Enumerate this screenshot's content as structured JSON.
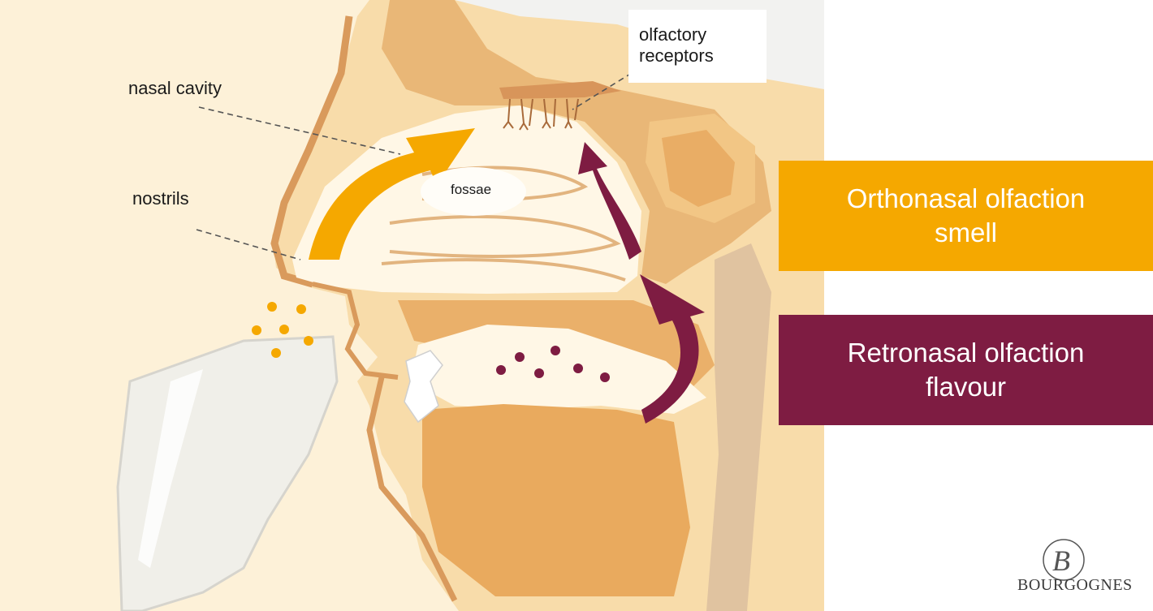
{
  "labels": {
    "olfactory_receptors": [
      "olfactory",
      "receptors"
    ],
    "nasal_cavity": "nasal cavity",
    "nostrils": "nostrils",
    "fossae": "fossae"
  },
  "panels": {
    "orthonasal": {
      "line1": "Orthonasal olfaction",
      "line2": "smell",
      "color": "#f5a800"
    },
    "retronasal": {
      "line1": "Retronasal olfaction",
      "line2": "flavour",
      "color": "#7e1c42"
    }
  },
  "logo": {
    "monogram": "B",
    "wordmark": "BOURGOGNES"
  },
  "colors": {
    "background": "#fdf1d8",
    "tissue": "#f7d9a2",
    "bone": "#d99a5c",
    "cavity": "#fffaf0",
    "smell_arrow": "#f5a800",
    "flavour_arrow": "#7e1c42"
  }
}
